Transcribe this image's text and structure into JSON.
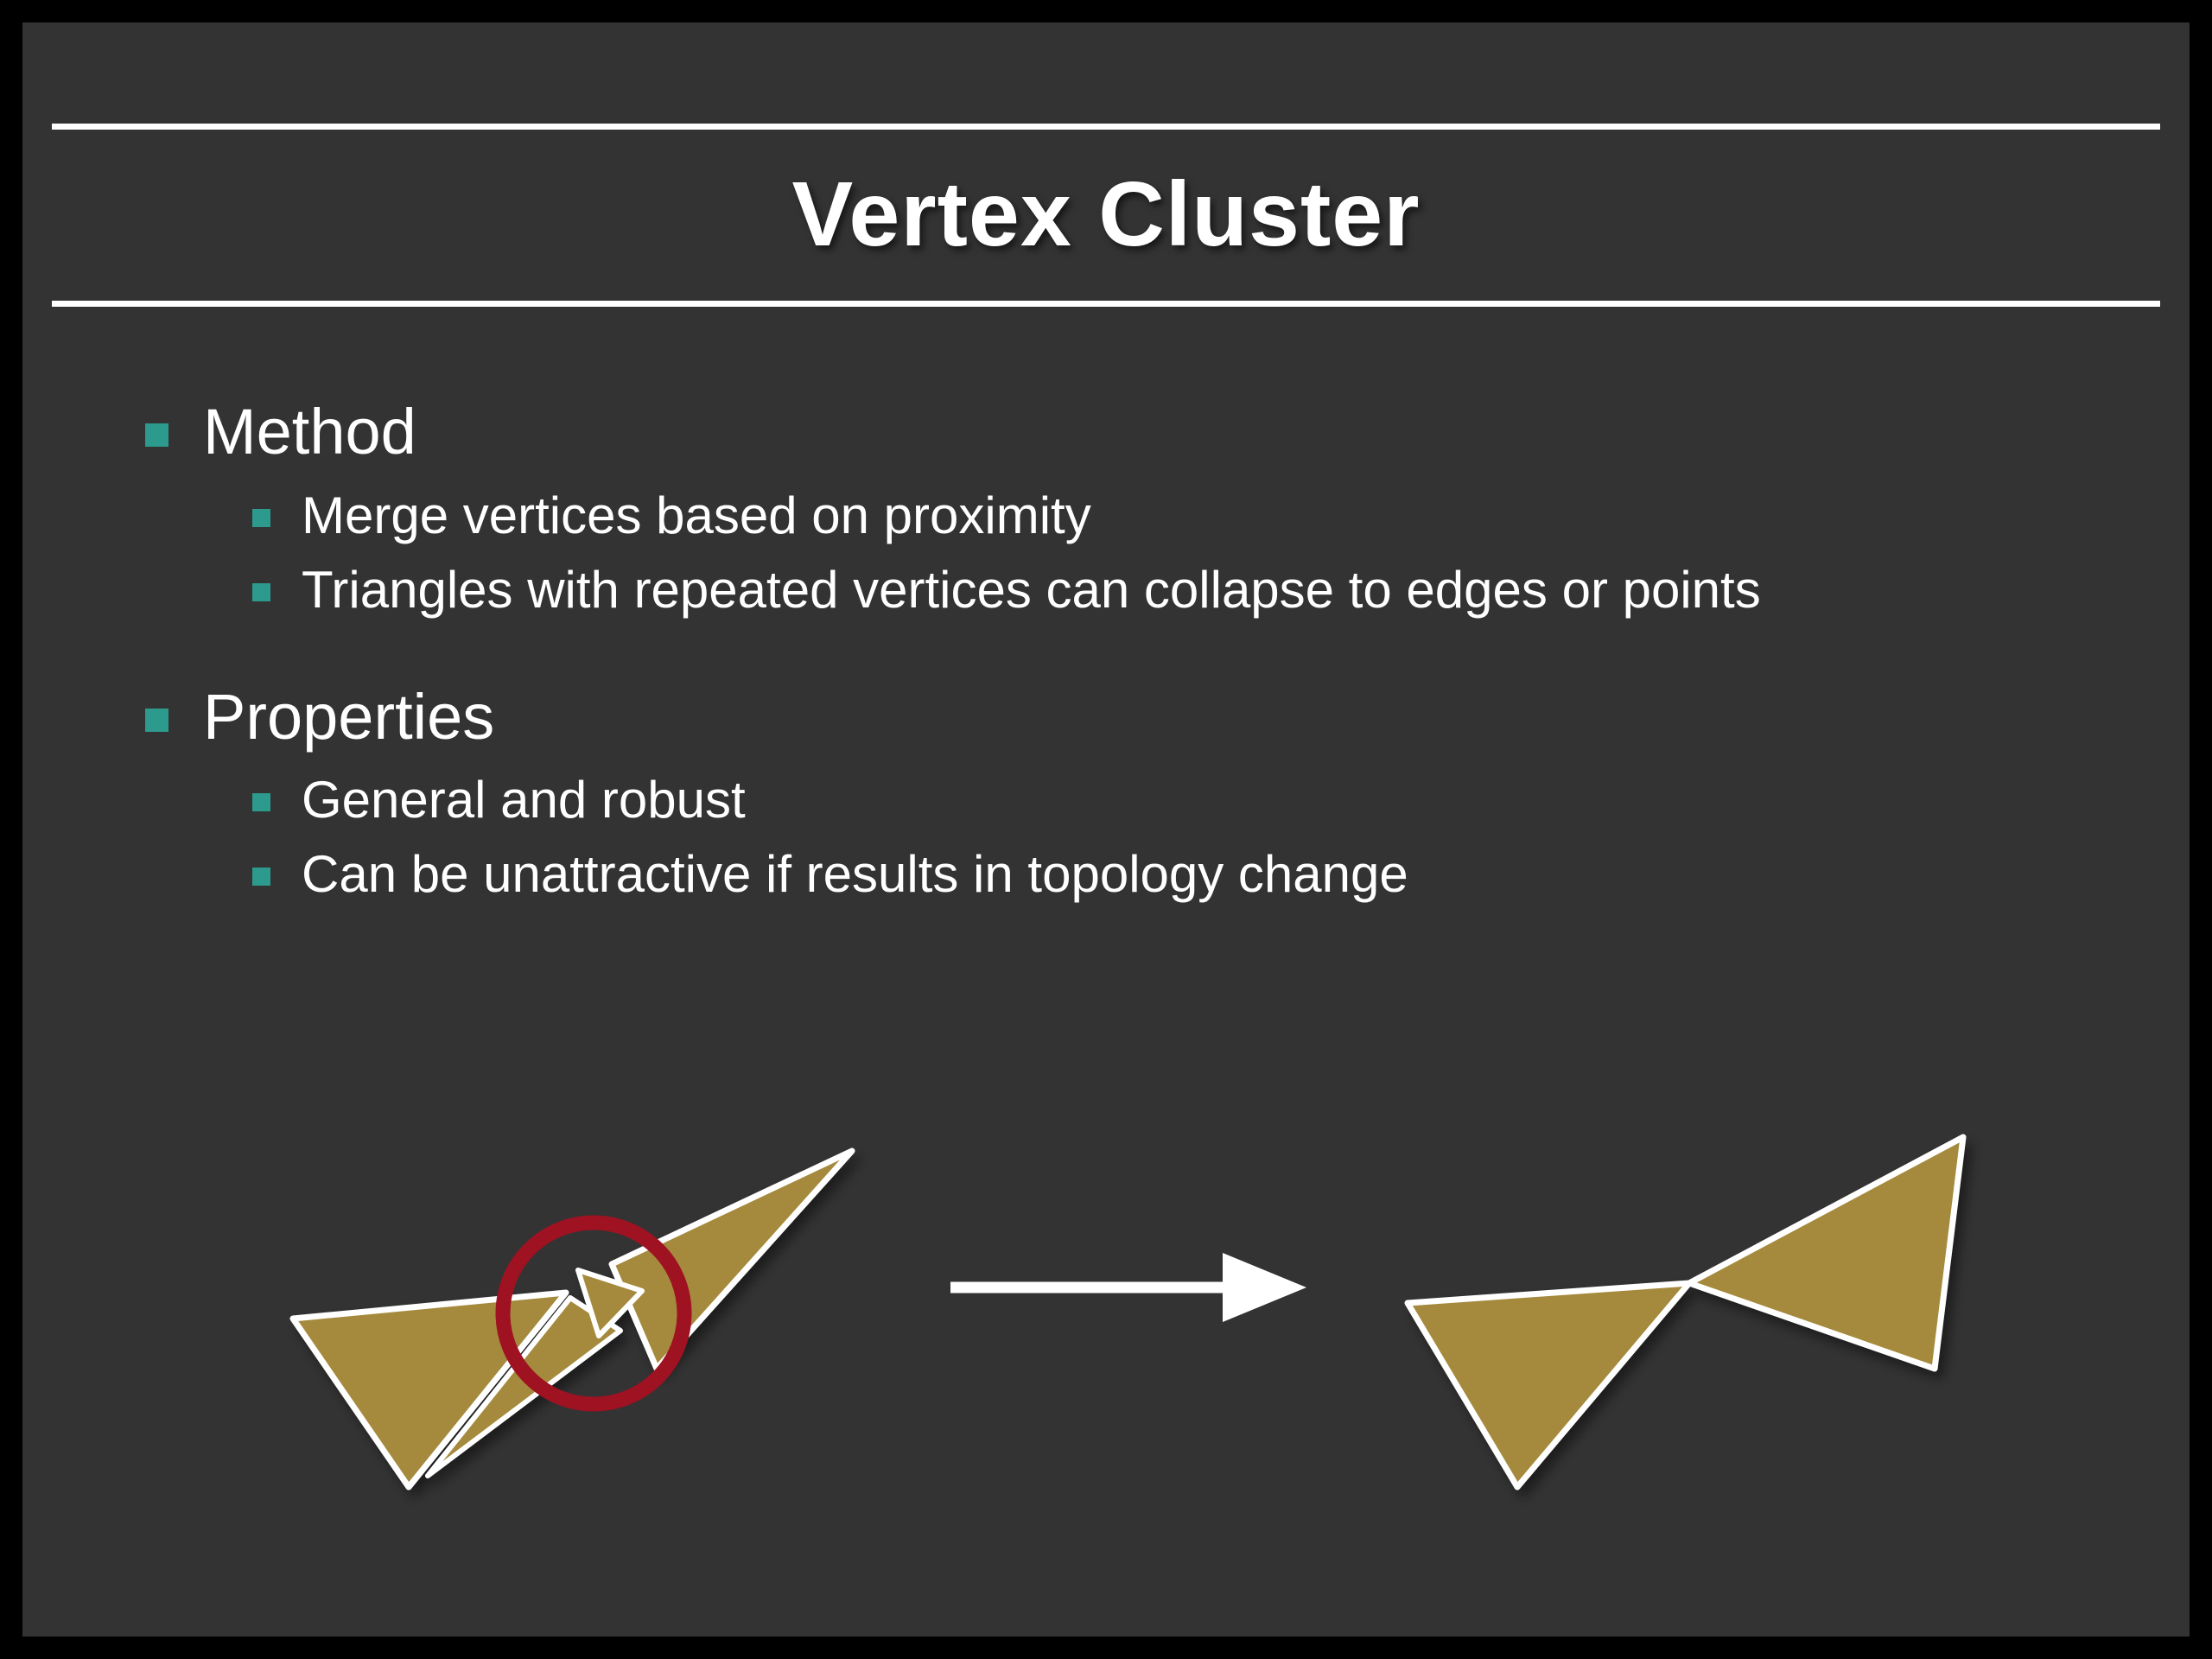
{
  "slide": {
    "title": "Vertex Cluster",
    "sections": [
      {
        "label": "Method",
        "items": [
          "Merge vertices based on proximity",
          "Triangles with repeated vertices can collapse to edges or points"
        ]
      },
      {
        "label": "Properties",
        "items": [
          "General and robust",
          "Can be unattractive if results in topology change"
        ]
      }
    ],
    "colors": {
      "frame": "#000000",
      "slide_background": "#333333",
      "text": "#FFFFFF",
      "rule": "#FFFFFF",
      "bullet_square": "#2C9A8C",
      "triangle_fill": "#A58A3D",
      "triangle_outline": "#FFFFFF",
      "highlight_circle": "#9E1222",
      "arrow": "#FFFFFF"
    },
    "diagram": {
      "description": "Before mesh with two nearly-touching vertices circled in red, arrow, after mesh with merged single vertex"
    }
  }
}
